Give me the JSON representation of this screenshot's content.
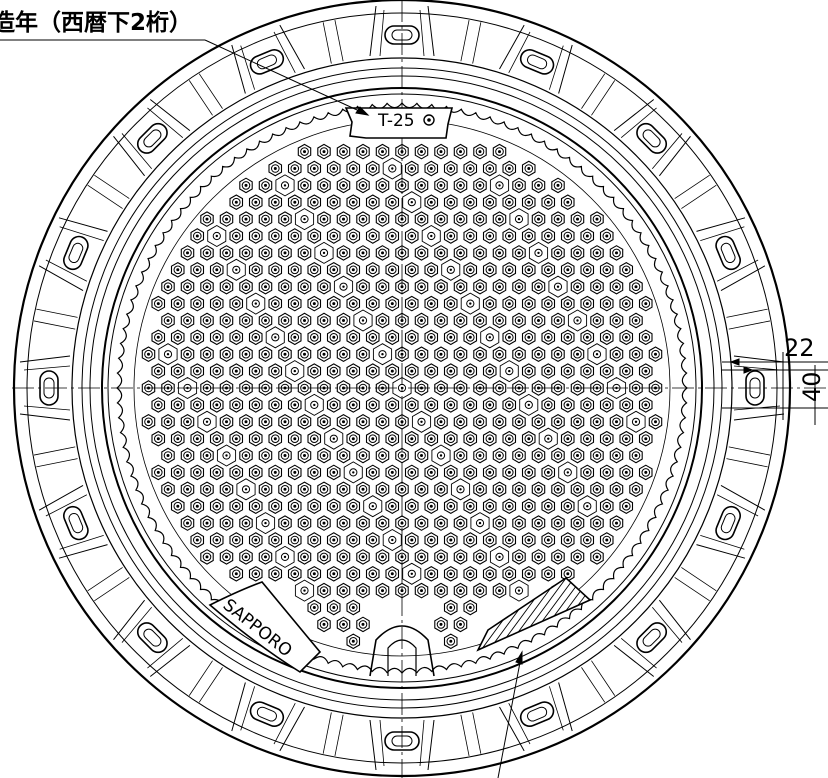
{
  "drawing": {
    "annotation_year": "造年（西暦下2桁）",
    "load_class": "T-25",
    "city_name": "SAPPORO",
    "dimension_top": "22",
    "dimension_side": "40"
  },
  "colors": {
    "line": "#000000",
    "background": "#ffffff"
  }
}
